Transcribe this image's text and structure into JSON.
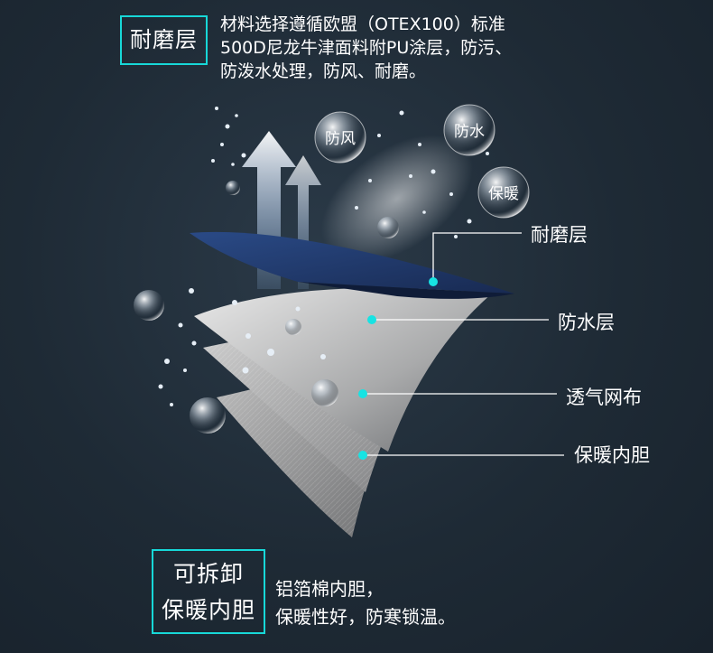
{
  "top_box": {
    "label": "耐磨层"
  },
  "top_description": "材料选择遵循欧盟（OTEX100）标准\n500D尼龙牛津面料附PU涂层，防污、\n防泼水处理，防风、耐磨。",
  "bubbles": [
    {
      "label": "防风"
    },
    {
      "label": "防水"
    },
    {
      "label": "保暖"
    }
  ],
  "callouts": [
    {
      "label": "耐磨层"
    },
    {
      "label": "防水层"
    },
    {
      "label": "透气网布"
    },
    {
      "label": "保暖内胆"
    }
  ],
  "bottom_box": {
    "line1": "可拆卸",
    "line2": "保暖内胆"
  },
  "bottom_description": "铝箔棉内胆，\n保暖性好，防寒锁温。",
  "colors": {
    "accent": "#17d8d8",
    "background": "#1e2a35",
    "outer_layer": "#1f3563"
  },
  "icons": [
    "upward-arrow-icon",
    "water-droplet-icon",
    "callout-dot-icon"
  ]
}
